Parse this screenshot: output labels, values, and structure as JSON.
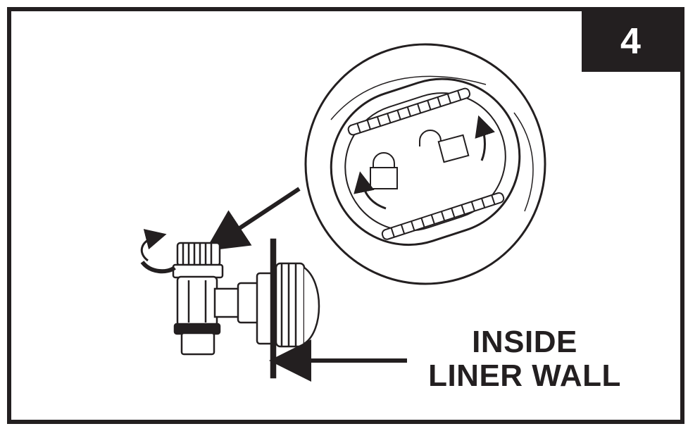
{
  "step_number": "4",
  "callout": {
    "line1": "INSIDE",
    "line2": "LINER WALL"
  },
  "icons": {
    "lock": "padlock-locked-icon",
    "unlock": "padlock-unlocked-icon",
    "rotate": "rotate-arrow-icon"
  },
  "colors": {
    "ink": "#231f20",
    "paper": "#ffffff"
  }
}
